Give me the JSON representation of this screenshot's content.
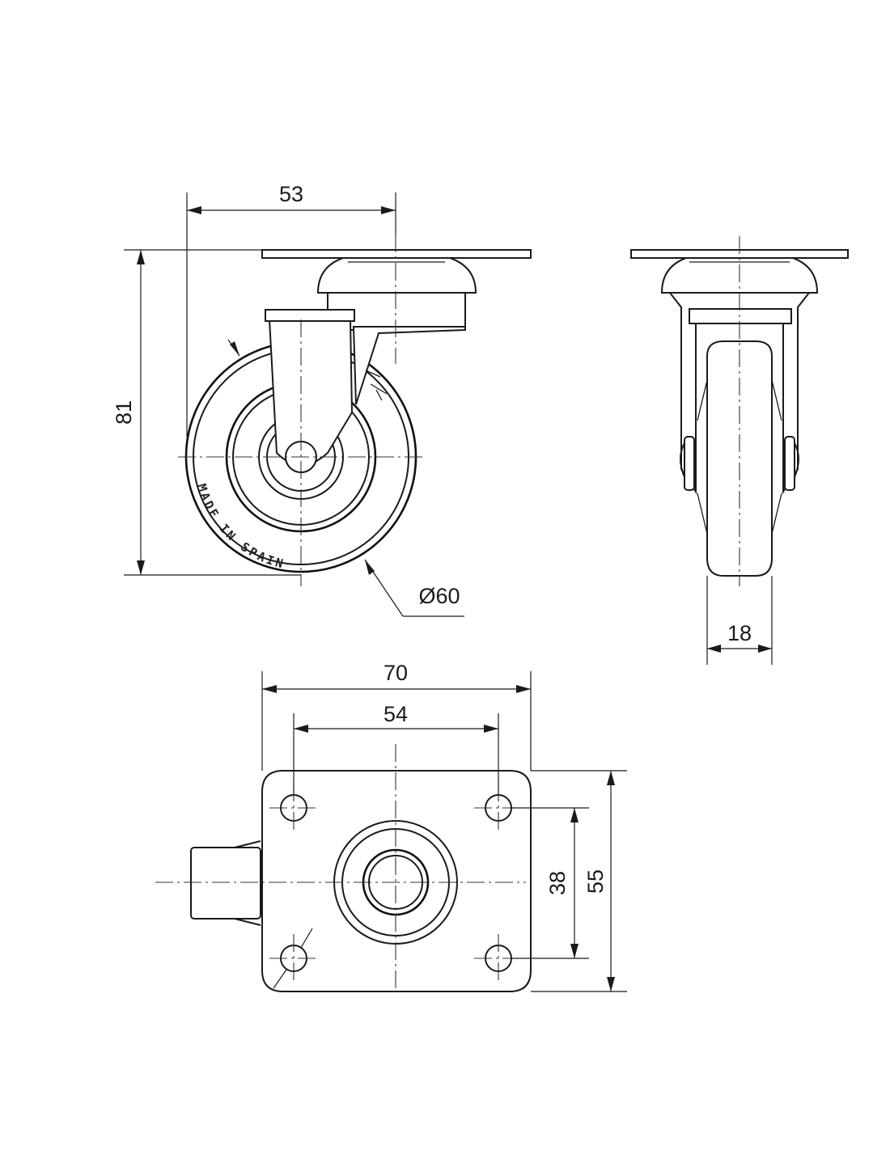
{
  "dimensions": {
    "overall_width": "53",
    "overall_height": "81",
    "wheel_diameter": "Ø60",
    "wheel_width": "18",
    "plate_length": "70",
    "plate_hole_spacing_x": "54",
    "plate_hole_spacing_y": "38",
    "plate_width": "55"
  },
  "wheel_imprint": "MADE IN SPAIN",
  "colors": {
    "line": "#1a1a1a",
    "background": "#ffffff"
  }
}
